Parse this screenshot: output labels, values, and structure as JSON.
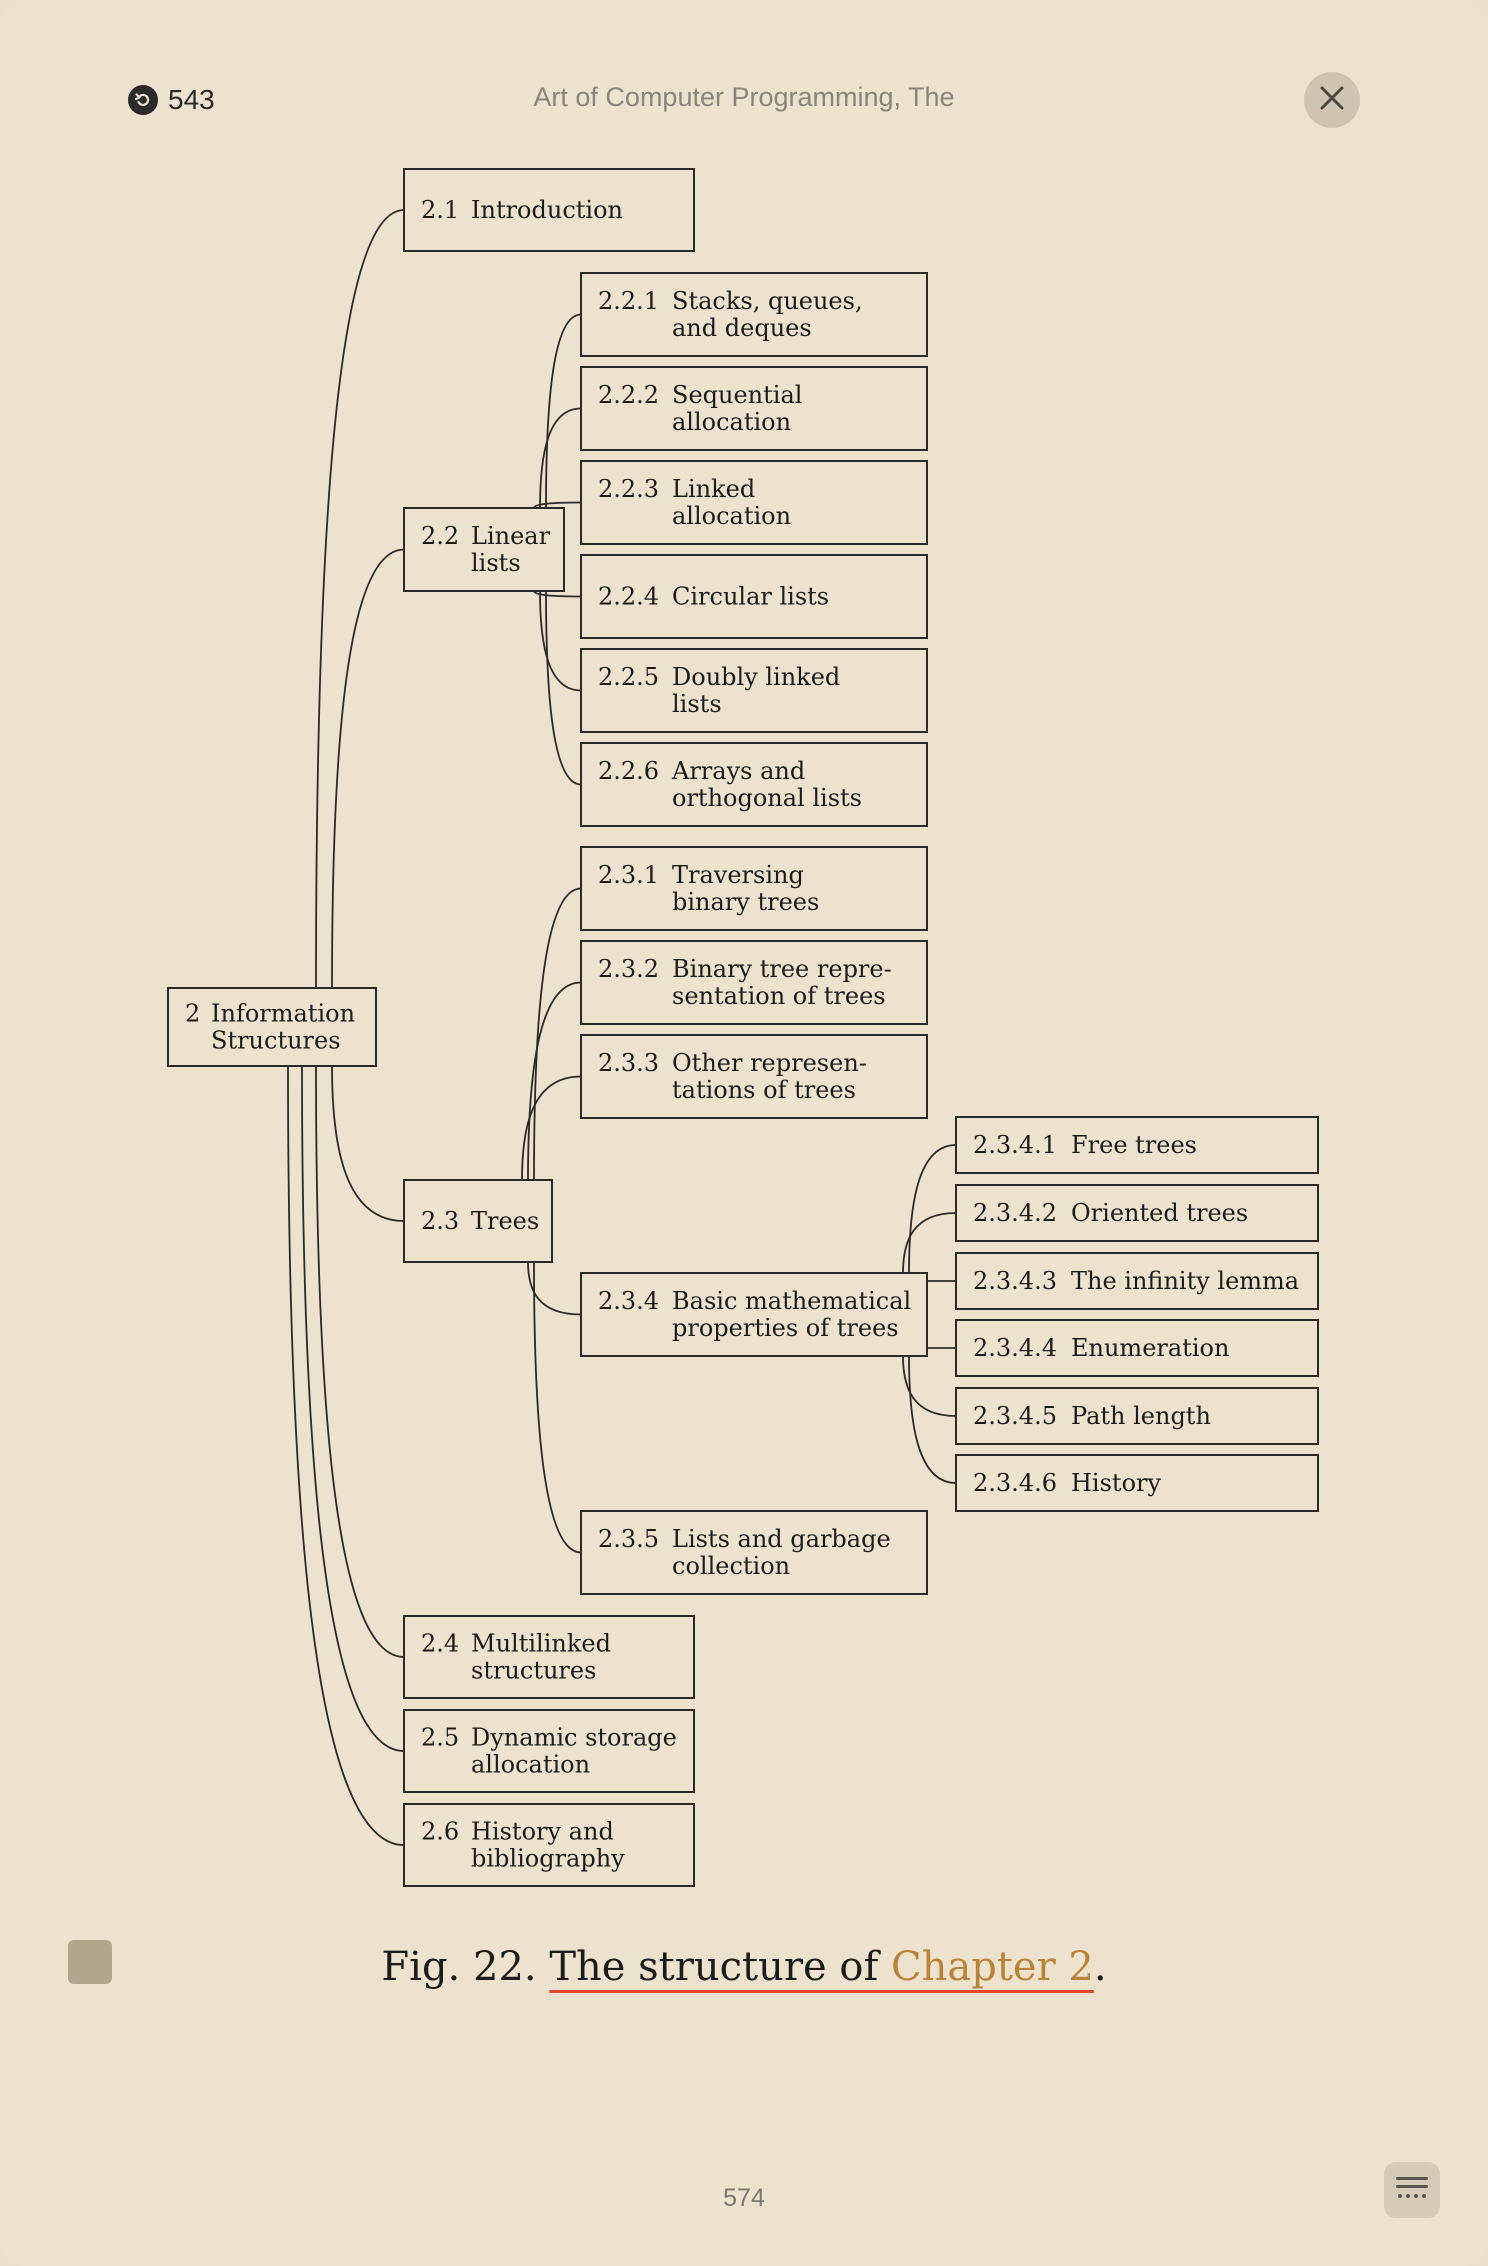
{
  "header": {
    "back_count": "543",
    "book_title": "Art of Computer Programming, The",
    "back_icon": "back-arrow-icon",
    "close_icon": "close-icon"
  },
  "diagram": {
    "nodes": [
      {
        "id": "n2",
        "num": "2",
        "lines": [
          "Information",
          "Structures"
        ]
      },
      {
        "id": "n21",
        "num": "2.1",
        "lines": [
          "Introduction"
        ]
      },
      {
        "id": "n22",
        "num": "2.2",
        "lines": [
          "Linear",
          "lists"
        ]
      },
      {
        "id": "n221",
        "num": "2.2.1",
        "lines": [
          "Stacks, queues,",
          "and deques"
        ]
      },
      {
        "id": "n222",
        "num": "2.2.2",
        "lines": [
          "Sequential",
          "allocation"
        ]
      },
      {
        "id": "n223",
        "num": "2.2.3",
        "lines": [
          "Linked",
          "allocation"
        ]
      },
      {
        "id": "n224",
        "num": "2.2.4",
        "lines": [
          "Circular lists"
        ]
      },
      {
        "id": "n225",
        "num": "2.2.5",
        "lines": [
          "Doubly linked",
          "lists"
        ]
      },
      {
        "id": "n226",
        "num": "2.2.6",
        "lines": [
          "Arrays and",
          "orthogonal lists"
        ]
      },
      {
        "id": "n23",
        "num": "2.3",
        "lines": [
          "Trees"
        ]
      },
      {
        "id": "n231",
        "num": "2.3.1",
        "lines": [
          "Traversing",
          "binary trees"
        ]
      },
      {
        "id": "n232",
        "num": "2.3.2",
        "lines": [
          "Binary tree repre-",
          "sentation of trees"
        ]
      },
      {
        "id": "n233",
        "num": "2.3.3",
        "lines": [
          "Other represen-",
          "tations of trees"
        ]
      },
      {
        "id": "n234",
        "num": "2.3.4",
        "lines": [
          "Basic mathematical",
          "properties of trees"
        ]
      },
      {
        "id": "n2341",
        "num": "2.3.4.1",
        "lines": [
          "Free trees"
        ]
      },
      {
        "id": "n2342",
        "num": "2.3.4.2",
        "lines": [
          "Oriented trees"
        ]
      },
      {
        "id": "n2343",
        "num": "2.3.4.3",
        "lines": [
          "The infinity lemma"
        ]
      },
      {
        "id": "n2344",
        "num": "2.3.4.4",
        "lines": [
          "Enumeration"
        ]
      },
      {
        "id": "n2345",
        "num": "2.3.4.5",
        "lines": [
          "Path length"
        ]
      },
      {
        "id": "n2346",
        "num": "2.3.4.6",
        "lines": [
          "History"
        ]
      },
      {
        "id": "n235",
        "num": "2.3.5",
        "lines": [
          "Lists and garbage",
          "collection"
        ]
      },
      {
        "id": "n24",
        "num": "2.4",
        "lines": [
          "Multilinked",
          "structures"
        ]
      },
      {
        "id": "n25",
        "num": "2.5",
        "lines": [
          "Dynamic storage",
          "allocation"
        ]
      },
      {
        "id": "n26",
        "num": "2.6",
        "lines": [
          "History and",
          "bibliography"
        ]
      }
    ],
    "edges": [
      [
        "n2",
        "n21"
      ],
      [
        "n2",
        "n22"
      ],
      [
        "n2",
        "n23"
      ],
      [
        "n2",
        "n24"
      ],
      [
        "n2",
        "n25"
      ],
      [
        "n2",
        "n26"
      ],
      [
        "n22",
        "n221"
      ],
      [
        "n22",
        "n222"
      ],
      [
        "n22",
        "n223"
      ],
      [
        "n22",
        "n224"
      ],
      [
        "n22",
        "n225"
      ],
      [
        "n22",
        "n226"
      ],
      [
        "n23",
        "n231"
      ],
      [
        "n23",
        "n232"
      ],
      [
        "n23",
        "n233"
      ],
      [
        "n23",
        "n234"
      ],
      [
        "n23",
        "n235"
      ],
      [
        "n234",
        "n2341"
      ],
      [
        "n234",
        "n2342"
      ],
      [
        "n234",
        "n2343"
      ],
      [
        "n234",
        "n2344"
      ],
      [
        "n234",
        "n2345"
      ],
      [
        "n234",
        "n2346"
      ]
    ]
  },
  "caption": {
    "prefix": "Fig. 22. ",
    "highlighted": "The structure of ",
    "link_text": "Chapter 2",
    "suffix": "."
  },
  "footer": {
    "page_number": "574",
    "menu_icon": "menu-icon"
  },
  "colors": {
    "background": "#ede2ce",
    "link": "#b8833a",
    "highlight_underline": "#e0492c"
  }
}
